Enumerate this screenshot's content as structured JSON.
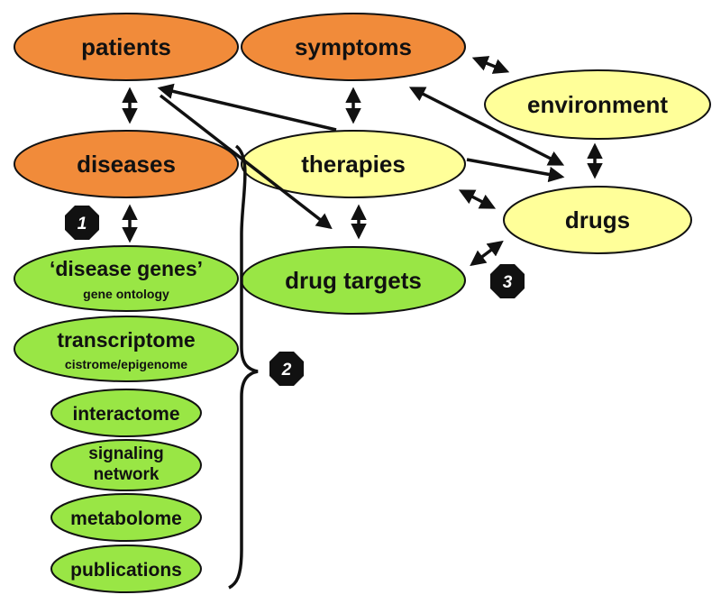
{
  "colors": {
    "orange": "#f18b3a",
    "yellow": "#ffff99",
    "green": "#99e645",
    "stroke": "#111111",
    "badge": "#111111"
  },
  "nodes": {
    "patients": {
      "label": "patients",
      "color": "orange"
    },
    "symptoms": {
      "label": "symptoms",
      "color": "orange"
    },
    "environment": {
      "label": "environment",
      "color": "yellow"
    },
    "diseases": {
      "label": "diseases",
      "color": "orange"
    },
    "therapies": {
      "label": "therapies",
      "color": "yellow"
    },
    "drugs": {
      "label": "drugs",
      "color": "yellow"
    },
    "drug_targets": {
      "label": "drug targets",
      "color": "green"
    },
    "disease_genes": {
      "label": "‘disease genes’",
      "sublabel": "gene ontology",
      "color": "green"
    },
    "transcriptome": {
      "label": "transcriptome",
      "sublabel": "cistrome/epigenome",
      "color": "green"
    },
    "interactome": {
      "label": "interactome",
      "color": "green"
    },
    "signaling": {
      "label": "signaling",
      "label2": "network",
      "color": "green"
    },
    "metabolome": {
      "label": "metabolome",
      "color": "green"
    },
    "publications": {
      "label": "publications",
      "color": "green"
    }
  },
  "badges": {
    "b1": "1",
    "b2": "2",
    "b3": "3"
  }
}
